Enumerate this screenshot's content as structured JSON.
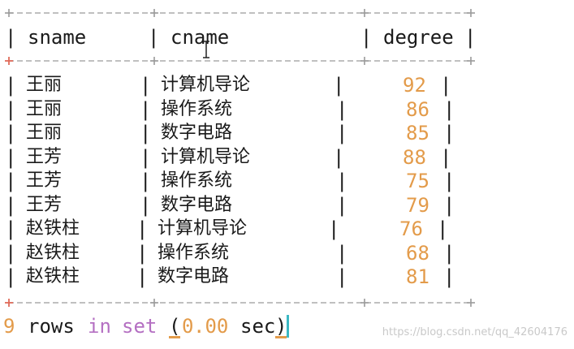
{
  "table": {
    "border_plus": "+",
    "pipe": "|",
    "headers": [
      "sname",
      "cname",
      "degree"
    ],
    "rows": [
      {
        "sname": "王丽",
        "cname": "计算机导论",
        "degree": "92"
      },
      {
        "sname": "王丽",
        "cname": "操作系统",
        "degree": "86"
      },
      {
        "sname": "王丽",
        "cname": "数字电路",
        "degree": "85"
      },
      {
        "sname": "王芳",
        "cname": "计算机导论",
        "degree": "88"
      },
      {
        "sname": "王芳",
        "cname": "操作系统",
        "degree": "75"
      },
      {
        "sname": "王芳",
        "cname": "数字电路",
        "degree": "79"
      },
      {
        "sname": "赵铁柱",
        "cname": "计算机导论",
        "degree": "76"
      },
      {
        "sname": "赵铁柱",
        "cname": "操作系统",
        "degree": "68"
      },
      {
        "sname": "赵铁柱",
        "cname": "数字电路",
        "degree": "81"
      }
    ]
  },
  "result": {
    "count": "9",
    "word_rows": "rows",
    "word_in": "in",
    "word_set": "set",
    "open_paren": "(",
    "time_zero": "0",
    "time_rest": ".00",
    "word_sec": "sec",
    "close_paren": ")"
  },
  "cursor_icon": "text-cursor-ibeam-icon",
  "watermark": "https://blog.csdn.net/qq_42604176",
  "colors": {
    "number": "#e39b4a",
    "keyword": "#b46fc2",
    "border": "#e8b9a6",
    "cursor": "#3bb8c4"
  }
}
